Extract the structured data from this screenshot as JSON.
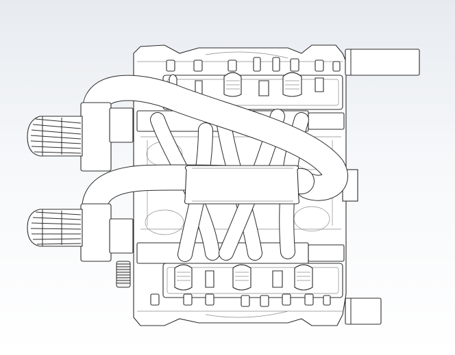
{
  "viewport": {
    "background_top": "#e7ebf0",
    "background_bottom": "#ffffff",
    "line_color": "#2a2a2a"
  },
  "model": {
    "view": "top",
    "style": "shaded-with-edges",
    "parts": [
      "engine-block",
      "cylinder-head-top",
      "cylinder-head-bottom",
      "intake-manifold",
      "intake-runners",
      "plenum",
      "air-filter-top",
      "air-filter-bottom",
      "exhaust-stub-top",
      "exhaust-stub-bottom",
      "pulley",
      "spark-plugs"
    ]
  }
}
